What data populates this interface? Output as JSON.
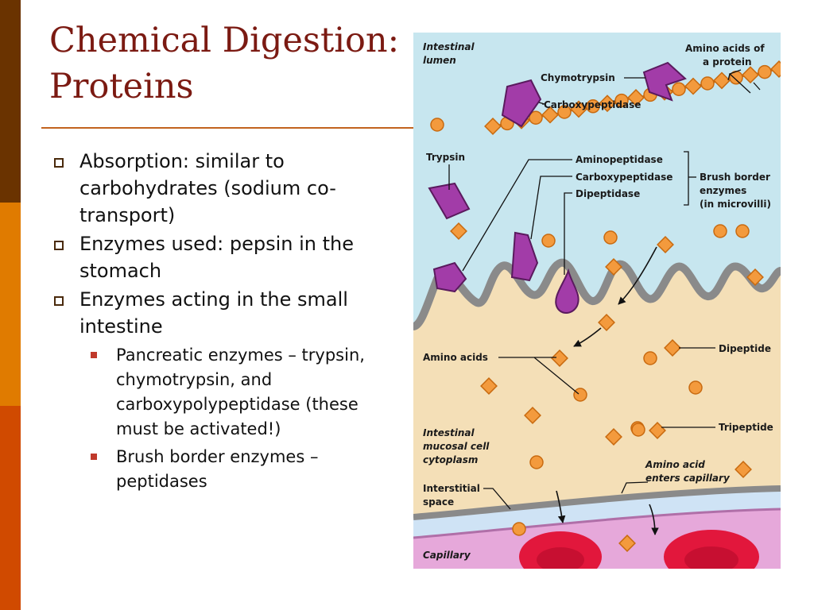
{
  "colors": {
    "bar_top": "#6a3300",
    "bar_mid": "#e07b00",
    "bar_bottom": "#d04a00",
    "title": "#7b1a12",
    "rule": "#c2631e",
    "lumen": "#c7e6ef",
    "cytoplasm": "#f4dfb7",
    "capillary": "#e6a8da",
    "membrane": "#8a8a8a",
    "amino_acid": "#f39a3d",
    "enzyme": "#a23ca8",
    "blood_cell": "#e2173c"
  },
  "slide": {
    "title_line1": "Chemical Digestion:",
    "title_line2": "Proteins"
  },
  "bullets": [
    {
      "text": "Absorption: similar to carbohydrates (sodium co-transport)"
    },
    {
      "text": "Enzymes used: pepsin in the stomach"
    },
    {
      "text": "Enzymes acting in the small intestine"
    }
  ],
  "sub_bullets": [
    {
      "text": "Pancreatic enzymes – trypsin, chymotrypsin, and carboxypolypeptidase (these must be activated!)"
    },
    {
      "text": "Brush border enzymes – peptidases"
    }
  ],
  "diagram": {
    "labels": {
      "intestinal_lumen_1": "Intestinal",
      "intestinal_lumen_2": "lumen",
      "amino_acids_protein_1": "Amino acids of",
      "amino_acids_protein_2": "a protein",
      "chymotrypsin": "Chymotrypsin",
      "carboxypeptidase_top": "Carboxypeptidase",
      "trypsin": "Trypsin",
      "aminopeptidase": "Aminopeptidase",
      "carboxypeptidase_brush": "Carboxypeptidase",
      "dipeptidase": "Dipeptidase",
      "brush_border_1": "Brush border",
      "brush_border_2": "enzymes",
      "brush_border_3": "(in microvilli)",
      "amino_acids": "Amino acids",
      "dipeptide": "Dipeptide",
      "tripeptide": "Tripeptide",
      "mucosal_1": "Intestinal",
      "mucosal_2": "mucosal cell",
      "mucosal_3": "cytoplasm",
      "enters_1": "Amino acid",
      "enters_2": "enters capillary",
      "interstitial_1": "Interstitial",
      "interstitial_2": "space",
      "capillary": "Capillary"
    }
  }
}
